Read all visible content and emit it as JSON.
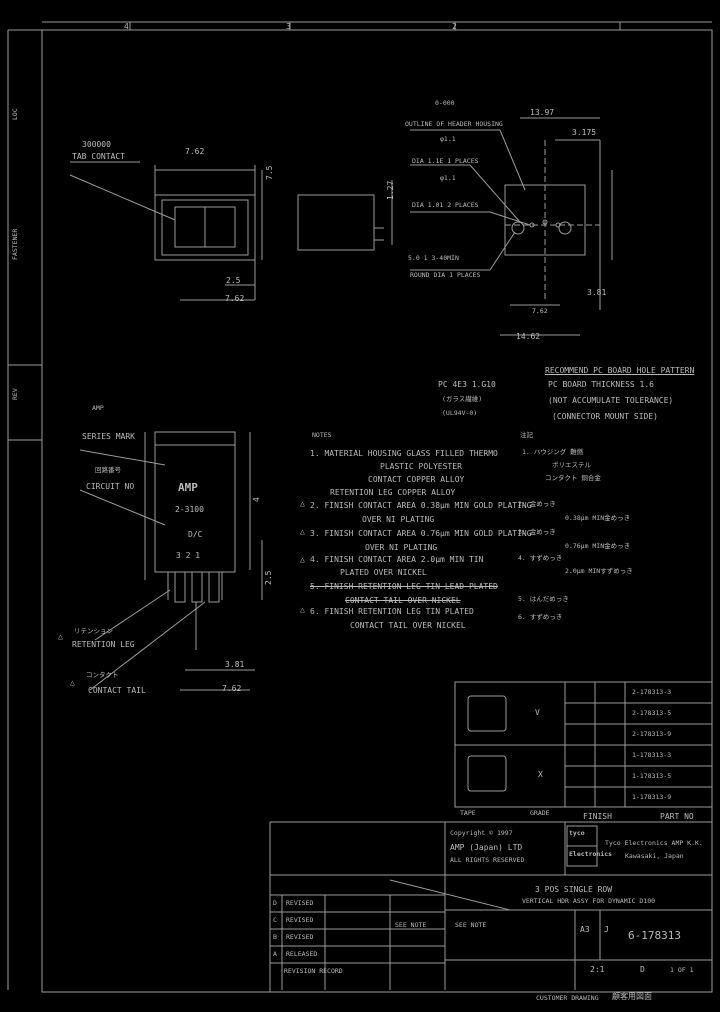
{
  "border": {
    "top_markers": [
      "4",
      "3",
      "2"
    ],
    "left_strip": [
      "FASTENER",
      "REV",
      "LOC"
    ]
  },
  "tab_view": {
    "callout_code": "300000",
    "callout_label": "TAB CONTACT",
    "dim_width": "7.62",
    "dim_height": "7.5",
    "dim_pitch": "2.5",
    "dim_bottom": "7.62",
    "dim_side_height": "1.27"
  },
  "hole_pattern": {
    "outline_code": "0-000",
    "outline_label": "OUTLINE OF HEADER HOUSING",
    "dim_top": "13.97",
    "dim_top_sub": "3.175",
    "dia_small_code": "φ1.1",
    "dia_small_label": "DIA 1.1E 1 PLACES",
    "dia_large_code": "φ1.1",
    "dia_large_label": "DIA 1.01 2 PLACES",
    "round_code": "5.0 1 3-40MIN",
    "round_label": "ROUND DIA 1 PLACES",
    "dim_pitch": "7.62",
    "dim_row": "3.81",
    "dim_total": "14.62",
    "title": "RECOMMEND PC BOARD HOLE PATTERN",
    "note_1": "PC BOARD THICKNESS 1.6",
    "note_2": "(NOT ACCUMULATE TOLERANCE)",
    "note_3": "(CONNECTOR MOUNT SIDE)"
  },
  "jp_block": {
    "line_1": "PC 4E3 1.G10",
    "line_2": "(ガラス繊維)",
    "line_3": "(UL94V-0)"
  },
  "front_view": {
    "series_label": "SERIES MARK",
    "series_code": "AMP",
    "circuit_label": "CIRCUIT NO",
    "circuit_code": "回路番号",
    "logo": "AMP",
    "part": "2-3100",
    "code": "D/C",
    "pins": "3  2  1",
    "retention_code": "リテンション",
    "retention_label": "RETENTION LEG",
    "tail_code": "コンタクト",
    "tail_label": "CONTACT TAIL",
    "dim_pitch": "3.81",
    "dim_total": "7.62",
    "dim_h1": "4",
    "dim_h2": "2.5"
  },
  "notes": {
    "heading": "NOTES",
    "jp_heading": "注記",
    "items": [
      "1. MATERIAL HOUSING GLASS FILLED THERMO",
      "PLASTIC POLYESTER",
      "CONTACT COPPER ALLOY",
      "RETENTION LEG COPPER ALLOY",
      "2. FINISH CONTACT AREA 0.38μm MIN GOLD PLATING",
      "OVER NI PLATING",
      "3. FINISH CONTACT AREA 0.76μm MIN GOLD PLATING",
      "OVER NI PLATING",
      "4. FINISH CONTACT AREA 2.0μm MIN TIN",
      "PLATED OVER NICKEL",
      "5. FINISH RETENTION LEG TIN LEAD PLATED",
      "CONTACT TAIL OVER NICKEL",
      "6. FINISH RETENTION LEG TIN PLATED",
      "CONTACT TAIL OVER NICKEL"
    ],
    "jp_items": [
      "1. ハウジング 難燃",
      "ポリエステル",
      "コンタクト 銅合金",
      "2. 金めっき",
      "0.38μm MIN金めっき",
      "3. 金めっき",
      "0.76μm MIN金めっき",
      "4. すずめっき",
      "2.0μm MINすずめっき",
      "5. はんだめっき",
      "6. すずめっき"
    ]
  },
  "table": {
    "rows": [
      "2-178313-3",
      "2-178313-5",
      "2-178313-9",
      "1-178313-3",
      "1-178313-5",
      "1-178313-9"
    ],
    "col_v": "V",
    "col_x": "X",
    "hdr_finish": "FINISH",
    "hdr_part": "PART NO",
    "hdr_tape": "TAPE",
    "hdr_grade": "GRADE"
  },
  "title_block": {
    "copyright": "Copyright © 1997",
    "company": "AMP (Japan) LTD",
    "rights": "ALL RIGHTS RESERVED",
    "logo_1": "tyco",
    "logo_2": "Electronics",
    "company_2": "Tyco Electronics AMP K.K.",
    "location": "Kawasaki, Japan",
    "title_1": "3 POS SINGLE ROW",
    "title_2": "VERTICAL HDR ASSY FOR DYNAMIC D100",
    "see_note_1": "SEE NOTE",
    "see_note_2": "SEE NOTE",
    "size": "A3",
    "scale": "J",
    "dwg_no": "6-178313",
    "scale_val": "2:1",
    "sheet": "1 OF 1",
    "rev": "D",
    "revisions": [
      {
        "ltr": "D",
        "desc": "REVISED"
      },
      {
        "ltr": "C",
        "desc": "REVISED"
      },
      {
        "ltr": "B",
        "desc": "REVISED"
      },
      {
        "ltr": "A",
        "desc": "RELEASED"
      }
    ],
    "footer_left": "REVISION RECORD",
    "footer_right": "CUSTOMER DRAWING",
    "footer_jp": "顧客用図面"
  }
}
